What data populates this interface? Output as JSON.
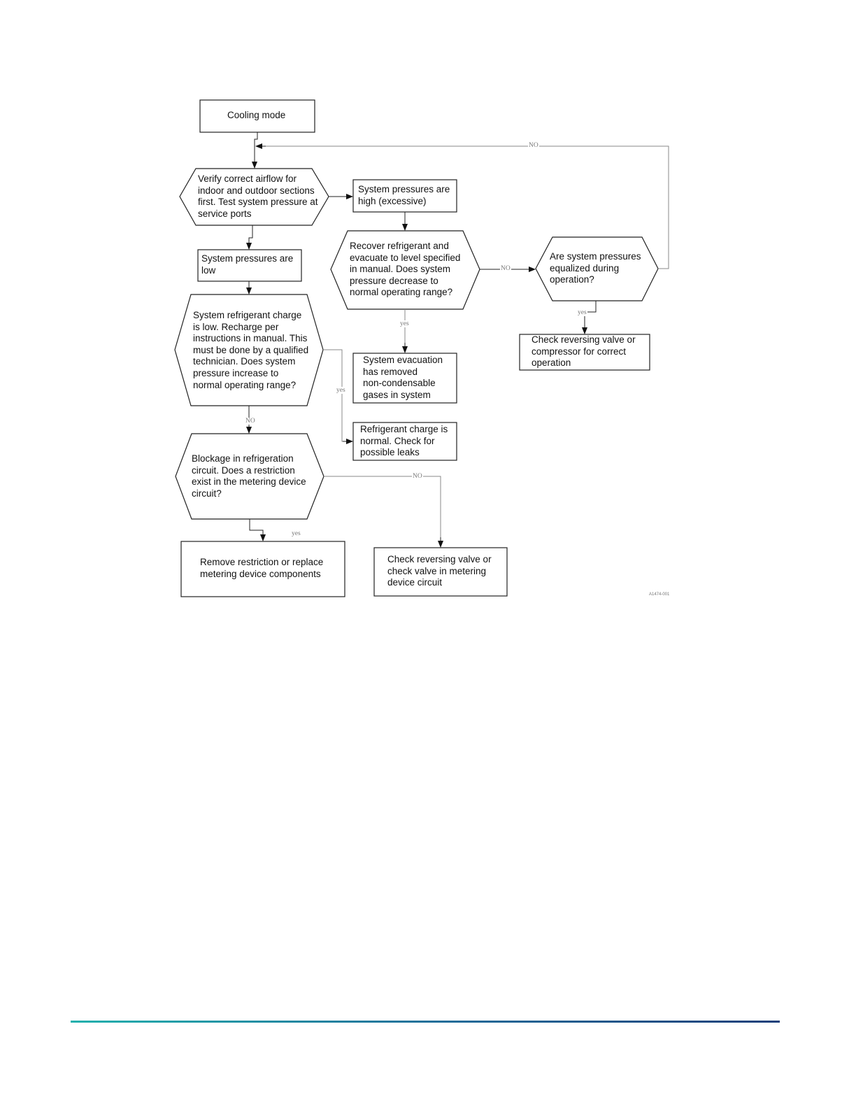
{
  "nodes": {
    "cooling_mode": "Cooling mode",
    "verify_airflow": "Verify correct airflow for\nindoor and outdoor sections\nfirst. Test system pressure at\nservice ports",
    "pressures_high": "System pressures are\nhigh (excessive)",
    "pressures_low": "System pressures are\nlow",
    "recover_refrigerant": "Recover refrigerant and\nevacuate to level specified\nin manual. Does system\npressure decrease to\nnormal operating range?",
    "pressures_equalized": "Are system pressures\nequalized during\noperation?",
    "check_compressor": "Check reversing valve or\ncompressor for correct\noperation",
    "charge_low": "System refrigerant charge\nis low. Recharge per\ninstructions in manual. This\nmust be done by a qualified\ntechnician. Does system\npressure increase to\nnormal operating range?",
    "evacuation_removed": "System evacuation\nhas removed\nnon-condensable\ngases in system",
    "charge_normal": "Refrigerant charge is\nnormal. Check for\npossible leaks",
    "blockage": "Blockage in refrigeration\ncircuit. Does a restriction\nexist in the metering device\ncircuit?",
    "remove_restriction": "Remove restriction or replace\nmetering device components",
    "check_check_valve": "Check reversing valve or\ncheck valve in metering\ndevice circuit"
  },
  "edge_labels": {
    "equalized_no": "NO",
    "recover_no": "NO",
    "recover_yes": "yes",
    "equalized_yes": "yes",
    "charge_yes": "yes",
    "charge_no": "NO",
    "blockage_no": "NO",
    "blockage_yes": "yes"
  },
  "figure_id": "A1474-001",
  "colors": {
    "footer_start": "#21b0ad",
    "footer_end": "#173f7a"
  }
}
